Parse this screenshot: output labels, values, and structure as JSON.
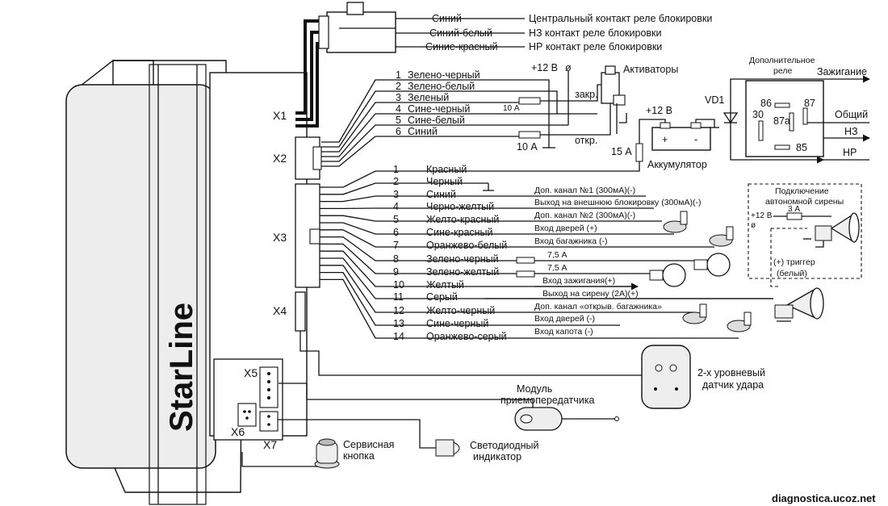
{
  "brand": "StarLine",
  "watermark": "diagnostica.ucoz.net",
  "connectors": {
    "x1": "X1",
    "x2": "X2",
    "x3": "X3",
    "x4": "X4",
    "x5": "X5",
    "x6": "X6",
    "x7": "X7"
  },
  "x1_wires": [
    {
      "color": "Синий",
      "function": "Центральный контакт реле блокировки"
    },
    {
      "color": "Синий-белый",
      "function": "НЗ контакт реле блокировки"
    },
    {
      "color": "Синие-красный",
      "function": "НР контакт реле блокировки"
    }
  ],
  "x2_wires": [
    {
      "num": "1",
      "color": "Зелено-черный"
    },
    {
      "num": "2",
      "color": "Зелено-белый"
    },
    {
      "num": "3",
      "color": "Зеленый"
    },
    {
      "num": "4",
      "color": "Сине-черный"
    },
    {
      "num": "5",
      "color": "Сине-белый"
    },
    {
      "num": "6",
      "color": "Синий"
    }
  ],
  "x3_wires": [
    {
      "num": "1",
      "color": "Красный",
      "function": ""
    },
    {
      "num": "2",
      "color": "Черный",
      "function": ""
    },
    {
      "num": "3",
      "color": "Синий",
      "function": "Доп. канал №1 (300мА)(-)"
    },
    {
      "num": "4",
      "color": "Черно-желтый",
      "function": "Выход на  внешнюю блокировку (300мА)(-)"
    },
    {
      "num": "5",
      "color": "Желто-красный",
      "function": "Доп. канал №2 (300мА)(-)"
    },
    {
      "num": "6",
      "color": "Сине-красный",
      "function": "Вход дверей (+)"
    },
    {
      "num": "7",
      "color": "Оранжево-белый",
      "function": "Вход багажника (-)"
    },
    {
      "num": "8",
      "color": "Зелено-черный",
      "function": "7,5 А"
    },
    {
      "num": "9",
      "color": "Зелено-желтый",
      "function": "7,5 А"
    },
    {
      "num": "10",
      "color": "Желтый",
      "function": "Вход зажигания(+)"
    },
    {
      "num": "11",
      "color": "Серый",
      "function": "Выход на сирену (2А)(+)"
    },
    {
      "num": "12",
      "color": "Желто-черный",
      "function": "Доп. канал «открыв. багажника»"
    },
    {
      "num": "13",
      "color": "Сине-черный",
      "function": "Вход дверей (-)"
    },
    {
      "num": "14",
      "color": "Оранжево-серый",
      "function": "Вход капота (-)"
    }
  ],
  "actuators": {
    "plus12": "+12 В",
    "ground_symbol": "ø",
    "title": "Активаторы",
    "lock": "закр.",
    "unlock": "откр.",
    "fuse_a": "10 А",
    "fuse_b": "10 А"
  },
  "battery": {
    "plus12": "+12 В",
    "fuse": "15 А",
    "label": "Аккумулятор",
    "plus": "+",
    "minus": "-"
  },
  "relay": {
    "title_line1": "Дополнительное",
    "title_line2": "реле",
    "diode": "VD1",
    "pins": [
      "86",
      "87",
      "30",
      "87a",
      "85"
    ],
    "out_ignition": "Зажигание",
    "out_common": "Общий",
    "out_nc": "НЗ",
    "out_no": "НР"
  },
  "siren": {
    "title_line1": "Подключение",
    "title_line2": "автономной сирены",
    "plus12": "+12 В",
    "ground_symbol": "ø",
    "fuse": "3 А",
    "trigger_line1": "(+) триггер",
    "trigger_line2": "(белый)"
  },
  "shock_sensor": {
    "line1": "2-х уровневый",
    "line2": "датчик удара"
  },
  "transceiver": {
    "line1": "Модуль",
    "line2": "приемопередатчика"
  },
  "led": {
    "line1": "Светодиодный",
    "line2": "индикатор"
  },
  "service_button": {
    "line1": "Сервисная",
    "line2": "кнопка"
  }
}
